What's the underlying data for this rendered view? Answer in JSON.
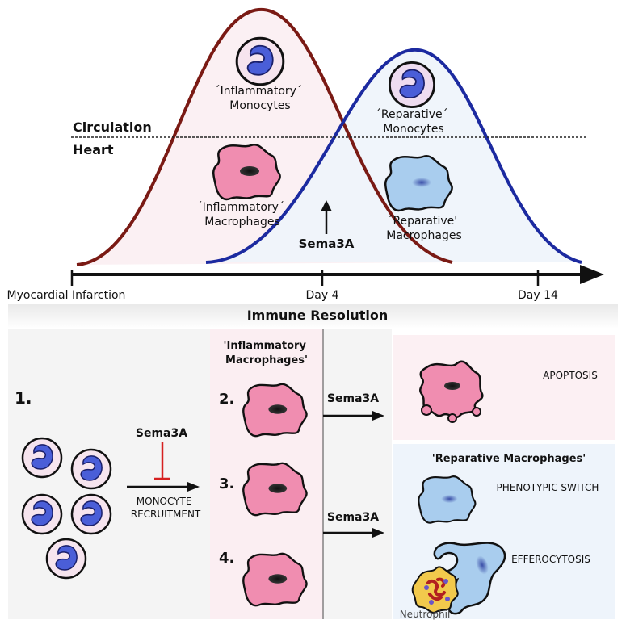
{
  "top": {
    "circulation_label": "Circulation",
    "heart_label": "Heart",
    "inflammatory_monocytes": [
      "´Inflammatory´",
      "Monocytes"
    ],
    "reparative_monocytes": [
      "´Reparative´",
      "Monocytes"
    ],
    "inflammatory_macrophages": [
      "´Inflammatory´",
      "Macrophages"
    ],
    "reparative_macrophages": [
      "´Reparative'",
      "Macrophages"
    ],
    "sema3a": "Sema3A",
    "timeline": {
      "start": "Myocardial Infarction",
      "day4": "Day 4",
      "day14": "Day 14"
    },
    "colors": {
      "inflammatory_curve": "#7a1a14",
      "reparative_curve": "#1c2aa0",
      "inflammatory_fill": "#fbeef2",
      "reparative_fill": "#eef4fb"
    }
  },
  "bottom": {
    "title": "Immune Resolution",
    "steps": [
      "1.",
      "2.",
      "3.",
      "4."
    ],
    "inflammatory_header": [
      "'Inflammatory",
      "Macrophages'"
    ],
    "sema3a_inhibit": "Sema3A",
    "monocyte_recruitment": [
      "MONOCYTE",
      "RECRUITMENT"
    ],
    "sema3a_arrow_top": "Sema3A",
    "sema3a_arrow_bottom": "Sema3A",
    "apoptosis": "APOPTOSIS",
    "reparative_header": "'Reparative Macrophages'",
    "phenotypic_switch": "PHENOTYPIC SWITCH",
    "efferocytosis": "EFFEROCYTOSIS",
    "neutrophil": "Neutrophil",
    "colors": {
      "macrophage_pink": "#f08db0",
      "macrophage_blue": "#a9cdee",
      "monocyte_outer": "#f6e4ee",
      "monocyte_nucleus": "#4a5ed8",
      "inhibitor_red": "#d62020",
      "neutrophil_yellow": "#f2c94c"
    }
  }
}
